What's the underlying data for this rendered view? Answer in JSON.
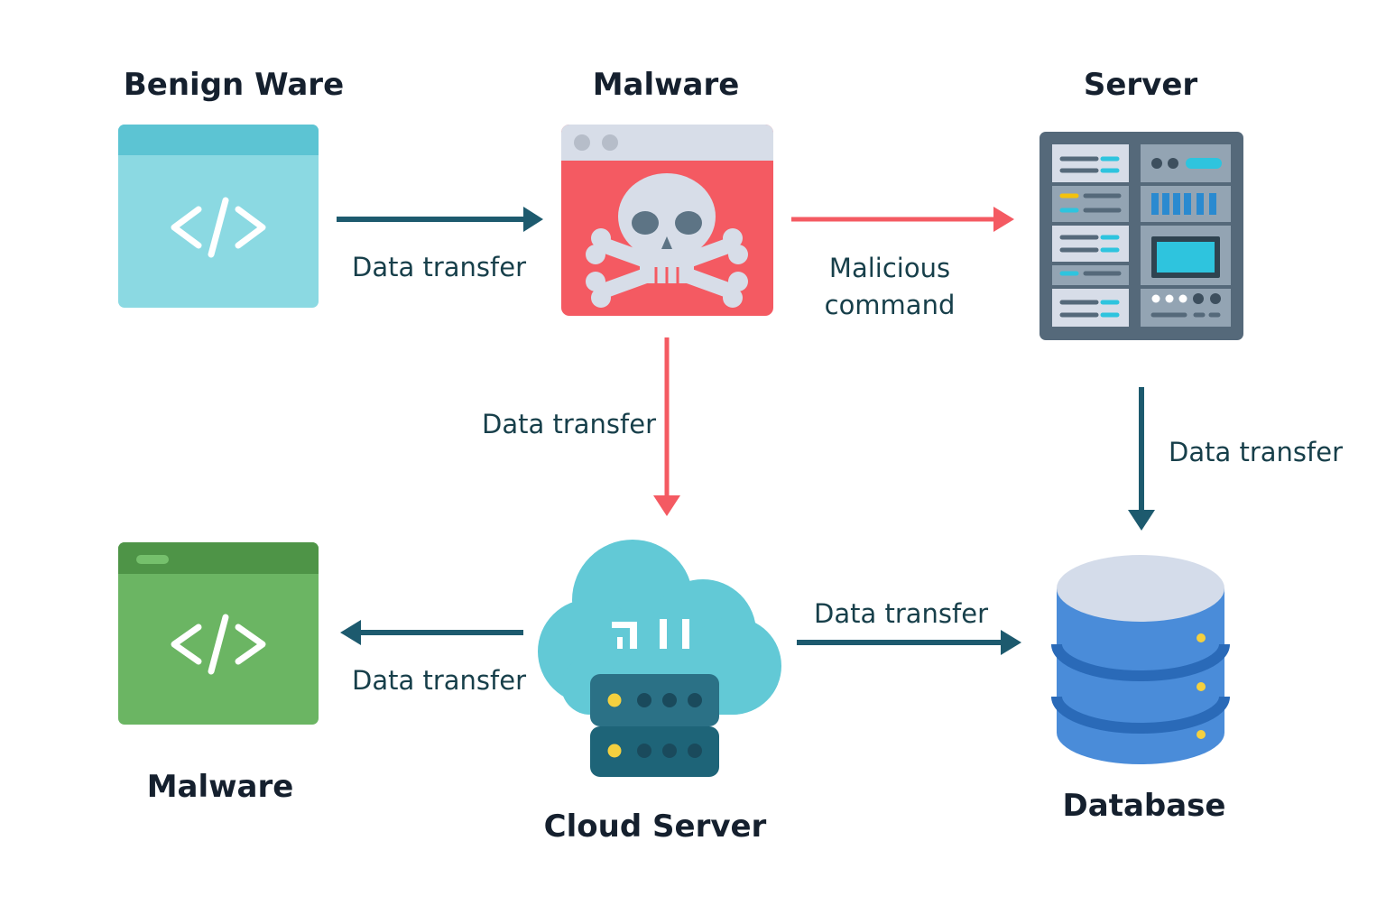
{
  "nodes": {
    "benign_ware": {
      "title": "Benign Ware",
      "icon": "code-window-icon",
      "color": "#8bd9e2"
    },
    "malware_top": {
      "title": "Malware",
      "icon": "skull-crossbones-icon",
      "color": "#f45a62"
    },
    "server": {
      "title": "Server",
      "icon": "server-rack-icon",
      "color": "#55697a"
    },
    "malware_bottom": {
      "title": "Malware",
      "icon": "code-window-icon",
      "color": "#6bb563"
    },
    "cloud_server": {
      "title": "Cloud Server",
      "icon": "cloud-server-icon",
      "color": "#62c9d6"
    },
    "database": {
      "title": "Database",
      "icon": "database-icon",
      "color": "#4a8cd9"
    }
  },
  "edges": {
    "benign_to_malware": {
      "label": "Data transfer",
      "color": "#1d5a6e"
    },
    "malware_to_server": {
      "label_line1": "Malicious",
      "label_line2": "command",
      "color": "#f45a62"
    },
    "malware_to_cloud": {
      "label": "Data transfer",
      "color": "#f45a62"
    },
    "server_to_database": {
      "label": "Data transfer",
      "color": "#1d5a6e"
    },
    "cloud_to_malware": {
      "label": "Data transfer",
      "color": "#1d5a6e"
    },
    "cloud_to_database": {
      "label": "Data transfer",
      "color": "#1d5a6e"
    }
  },
  "icons": {
    "code_symbol": "</>"
  }
}
